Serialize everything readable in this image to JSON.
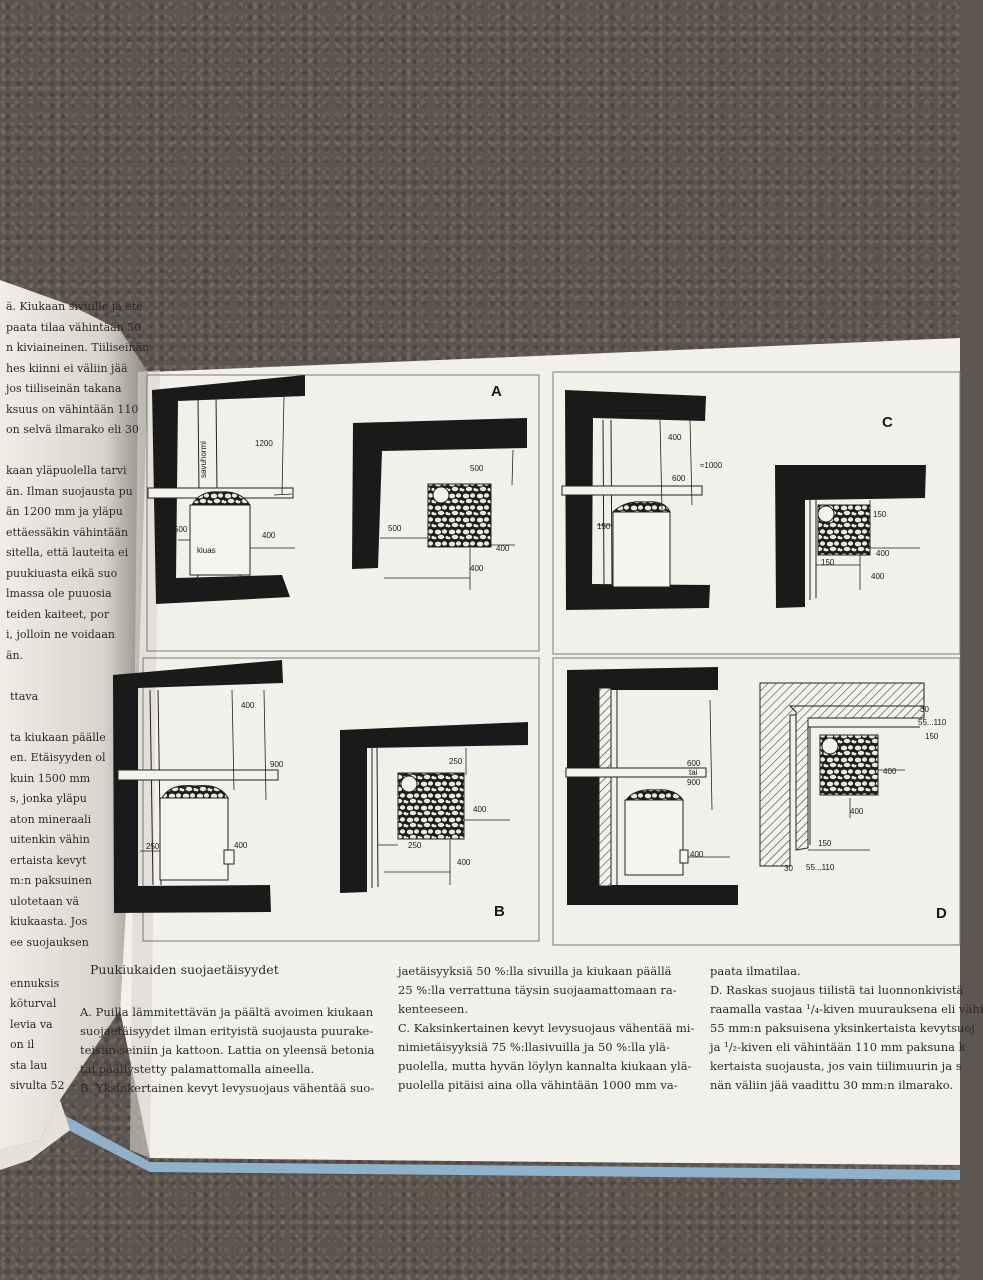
{
  "left_page": {
    "lines": [
      "ä. Kiukaan sivuille ja ete",
      "paata tilaa vähintään 50",
      "n kiviaineinen. Tiiliseinän",
      "hes kiinni ei väliin jää",
      "jos tiiliseinän takana",
      "ksuus on vähintään 110",
      "on selvä ilmarako eli 30",
      "",
      "kaan yläpuolella tarvi",
      "än. Ilman suojausta pu",
      "än 1200 mm ja yläpu",
      "ettäessäkin vähintään",
      "sitella, että lauteita ei",
      "puukiuasta eikä suo",
      "lmassa ole puuosia",
      "teiden kaiteet, por",
      "i, jolloin ne voidaan",
      "än.",
      "",
      "ttava",
      "",
      "ta kiukaan päälle",
      "en. Etäisyyden ol",
      "kuin 1500 mm",
      "s, jonka yläpu",
      "aton mineraali",
      "uitenkin vähin",
      "ertaista kevyt",
      "m:n paksuinen",
      "ulotetaan vä",
      "kiukaasta. Jos",
      "ee suojauksen",
      "",
      "ennuksis",
      "köturval",
      "levia va",
      "on il",
      "sta lau",
      "sivulta 52"
    ]
  },
  "figures": {
    "A": {
      "label": "A",
      "dims": [
        "1200",
        "savuhormi",
        "500",
        "kiuas",
        "400",
        "500",
        "500",
        "400",
        "400"
      ]
    },
    "B": {
      "label": "B",
      "dims": [
        "400",
        "900",
        "250",
        "400",
        "250",
        "400",
        "250",
        "400"
      ]
    },
    "C": {
      "label": "C",
      "dims": [
        "400",
        "≈1000",
        "600",
        "150",
        "150",
        "400",
        "150",
        "400"
      ]
    },
    "D": {
      "label": "D",
      "dims": [
        "600",
        "tai",
        "900",
        "400",
        "30",
        "55...110",
        "150",
        "400",
        "400",
        "150",
        "30",
        "55...110"
      ]
    }
  },
  "caption": {
    "title": "Puukiukaiden suojaetäisyydet",
    "col1": [
      "A. Puilla lämmitettävän ja päältä avoimen kiukaan",
      "suojaetäisyydet ilman erityistä suojausta puurake-",
      "teisiin seiniin ja kattoon. Lattia on yleensä betonia",
      "tai päällystetty palamattomalla aineella.",
      "B. Yksinkertainen kevyt levysuojaus vähentää suo-"
    ],
    "col2": [
      "jaetäisyyksiä 50 %:lla sivuilla ja kiukaan päällä",
      "25 %:lla verrattuna täysin suojaamattomaan ra-",
      "kenteeseen.",
      "C. Kaksinkertainen kevyt levysuojaus vähentää mi-",
      "nimietäisyyksiä 75 %:llasivuilla ja 50 %:lla ylä-",
      "puolella, mutta hyvän löylyn kannalta kiukaan ylä-",
      "puolella pitäisi aina olla vähintään 1000 mm va-"
    ],
    "col3": [
      "paata ilmatilaa.",
      "D. Raskas suojaus tiilistä tai luonnonkivistä",
      "raamalla vastaa ¹/₄-kiven muurauksena eli vähi",
      "55 mm:n paksuisena yksinkertaista kevytsuoj",
      "ja ¹/₂-kiven eli vähintään 110 mm paksuna k",
      "kertaista suojausta, jos vain tiilimuurin ja s",
      "nän väliin jää vaadittu 30 mm:n ilmarako."
    ]
  }
}
